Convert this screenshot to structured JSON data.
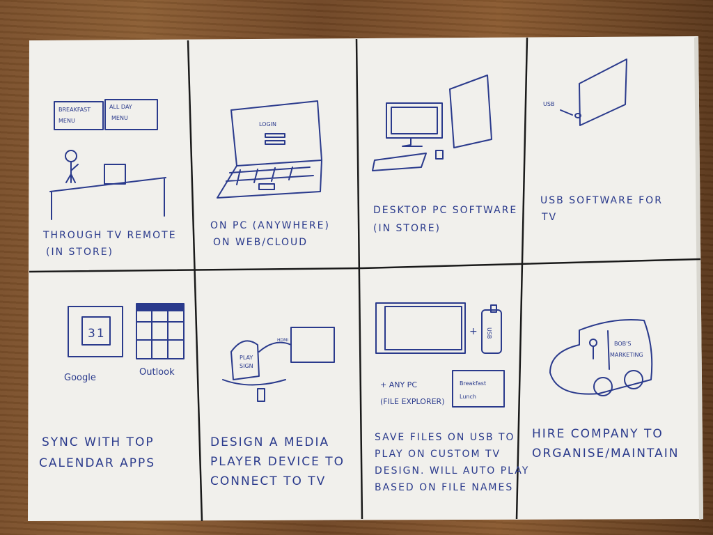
{
  "panels": [
    {
      "caption": [
        "THROUGH TV REMOTE",
        "(IN STORE)"
      ],
      "labels": [
        "BREAKFAST",
        "MENU",
        "ALL DAY",
        "MENU"
      ]
    },
    {
      "caption": [
        "ON PC (ANYWHERE)",
        "ON WEB/CLOUD"
      ],
      "labels": [
        "LOGIN"
      ]
    },
    {
      "caption": [
        "DESKTOP PC SOFTWARE",
        "(IN STORE)"
      ]
    },
    {
      "caption": [
        "USB SOFTWARE FOR",
        "TV"
      ],
      "labels": [
        "USB"
      ]
    },
    {
      "caption": [
        "SYNC WITH TOP",
        "CALENDAR APPS"
      ],
      "labels": [
        "31",
        "Google",
        "Outlook"
      ]
    },
    {
      "caption": [
        "DESIGN A MEDIA",
        "PLAYER DEVICE TO",
        "CONNECT TO TV"
      ],
      "labels": [
        "PLAY",
        "SIGN",
        "HDMI"
      ]
    },
    {
      "caption": [
        "SAVE FILES ON USB TO",
        "PLAY ON CUSTOM TV",
        "DESIGN. WILL AUTO PLAY",
        "BASED ON FILE NAMES"
      ],
      "labels": [
        "+ ANY PC",
        "(FILE EXPLORER)",
        "Breakfast",
        "Lunch",
        "USB",
        "+"
      ]
    },
    {
      "caption": [
        "HIRE COMPANY TO",
        "ORGANISE/MAINTAIN"
      ],
      "labels": [
        "BOB'S",
        "MARKETING"
      ]
    }
  ]
}
